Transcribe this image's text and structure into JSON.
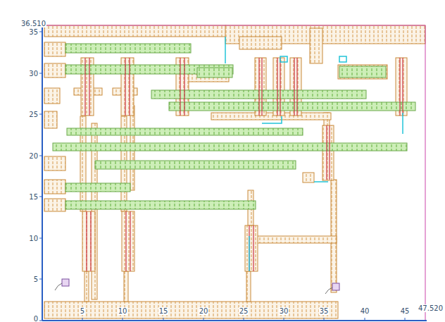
{
  "diagram": {
    "labels": [
      "36.510",
      "35",
      "30",
      "25",
      "20",
      "15",
      "10",
      "5",
      "0",
      "5",
      "10",
      "15",
      "20",
      "25",
      "30",
      "35",
      "40",
      "45",
      "47.520"
    ]
  }
}
